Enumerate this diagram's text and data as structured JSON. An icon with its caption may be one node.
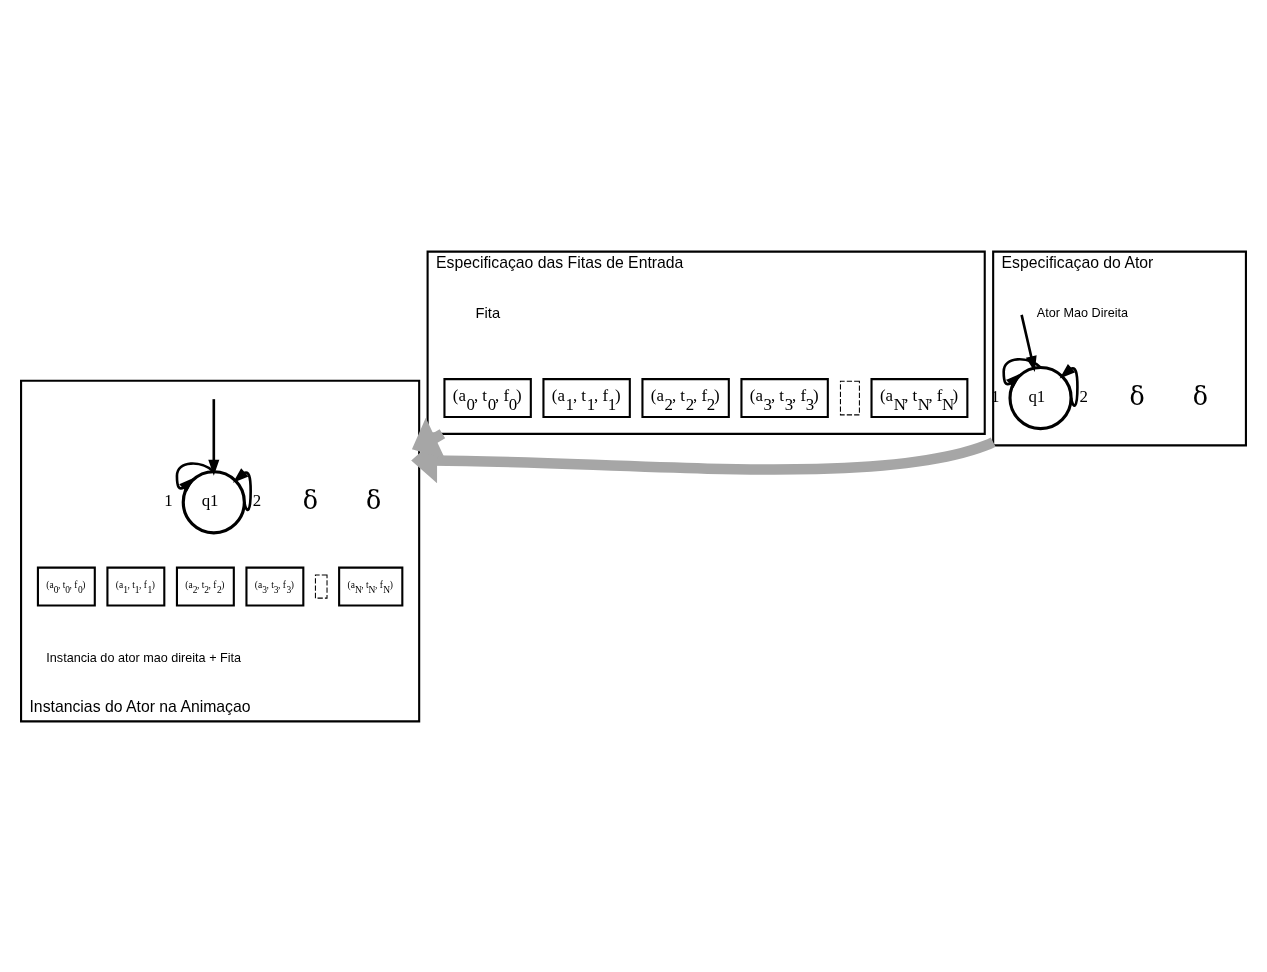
{
  "diagram": {
    "nodes": [
      {
        "text": [
          "Especificaçao do Ator"
        ]
      },
      {
        "text": [
          "q1"
        ],
        "in": 0
      },
      {
        "text": [
          "Especificaçao das Fitas de Entrada"
        ]
      },
      {
        "text": [
          "(a$_{0}$, t$_{0}$, f$_{0}$)"
        ],
        "in": 2
      },
      {
        "text": [
          "(a$_{1}$, t$_{1}$, f$_{1}$)"
        ],
        "in": 2
      },
      {
        "text": [
          "(a$_{2}$, t$_{2}$, f$_{2}$)"
        ],
        "in": 2
      },
      {
        "text": [
          "(a$_{3}$, t$_{3}$, f$_{3}$)"
        ],
        "in": 2
      },
      {
        "text": [],
        "shape": "box",
        "in": 2
      },
      {
        "text": [
          "(a$_{N}$, t$_{N}$, f$_{N}$)"
        ],
        "in": 2
      },
      {
        "text": [
          "Instancias do Ator na Animaçao"
        ]
      },
      {
        "text": [
          "q1"
        ],
        "in": 9
      },
      {
        "text": [
          "(a$_{0}$, t$_{0}$, f$_{0}$)"
        ],
        "in": 9
      },
      {
        "text": [
          "(a$_{1}$, t$_{1}$, f$_{1}$)"
        ],
        "in": 9
      },
      {
        "text": [
          "(a$_{2}$, t$_{2}$, f$_{2}$)"
        ],
        "in": 9
      },
      {
        "text": [
          "(a$_{3}$, t$_{3}$, f$_{3}$)"
        ],
        "in": 9
      },
      {
        "text": [],
        "shape": "box",
        "in": 9
      },
      {
        "text": [
          "(a$_{N}$, t$_{N}$, f$_{N}$)"
        ],
        "in": 9
      }
    ],
    "edges": [
      {
        "from": null,
        "to": 1,
        "arrow": "to"
      },
      {
        "from": 1,
        "to": 1,
        "arrow": "to",
        "label": "1"
      },
      {
        "from": 1,
        "to": 1,
        "arrow": "to",
        "label": "2"
      },
      {
        "from": null,
        "to": 10,
        "arrow": "to"
      },
      {
        "from": 10,
        "to": 10,
        "arrow": "to",
        "label": "1"
      },
      {
        "from": 10,
        "to": 10,
        "arrow": "to",
        "label": "2"
      },
      {
        "from": 0,
        "to": 9,
        "arrow": "to",
        "style": "thick",
        "color": "#a6a6a6"
      },
      {
        "from": 2,
        "to": 9,
        "arrow": "to",
        "style": "thick",
        "color": "#a6a6a6"
      }
    ],
    "labels": [
      "Ator Mao Direita",
      "δ",
      "δ",
      "Fita",
      "δ",
      "δ",
      "Instancia do ator mao direita + Fita"
    ]
  }
}
